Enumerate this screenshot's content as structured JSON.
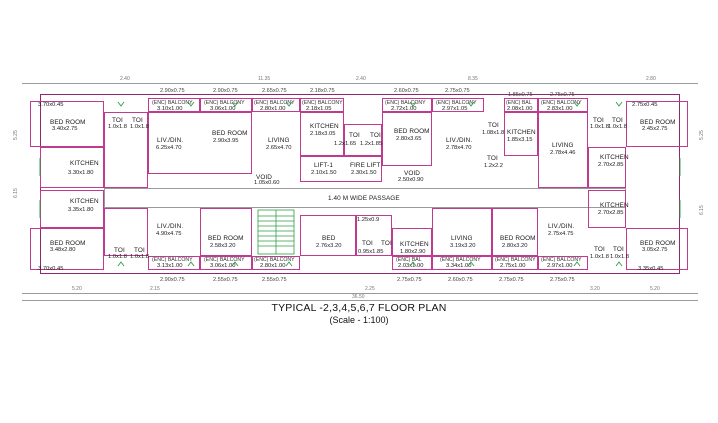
{
  "title": "TYPICAL -2,3,4,5,6,7  FLOOR PLAN",
  "scale": "(Scale - 1:100)",
  "colors": {
    "wall": "#bf3b8f",
    "wall_dark": "#8c2a6a",
    "grid": "#9a9a9a",
    "stair": "#2f9e44",
    "window": "#2f9e44"
  },
  "top_dims": {
    "overall": [
      "2.40",
      "11.35",
      "2.40",
      "8.35",
      "2.80"
    ],
    "balconies": [
      "2.90x0.75",
      "2.90x0.75",
      "2.65x0.75",
      "2.18x0.75",
      "2.60x0.75",
      "2.75x0.75",
      "1.85x0.75",
      "2.75x0.75"
    ]
  },
  "bottom_dims": {
    "overall": [
      "5.20",
      "2.15",
      "2.25",
      "3.20",
      "5.20"
    ],
    "total": "36.50",
    "balconies": [
      "2.90x0.75",
      "2.55x0.75",
      "2.55x0.75",
      "2.75x0.75",
      "2.60x0.75",
      "2.75x0.75",
      "2.75x0.75"
    ]
  },
  "side_dims": {
    "left": [
      "5.25",
      "6.15"
    ],
    "right": [
      "5.25",
      "6.15"
    ]
  },
  "passage": "1.40 M WIDE PASSAGE",
  "rooms": [
    {
      "id": "tl-bed",
      "name": "BED ROOM",
      "dim": "3.40x2.75"
    },
    {
      "id": "tl-toi-1",
      "name": "TOI",
      "dim": "1.0x1.8"
    },
    {
      "id": "tl-toi-2",
      "name": "TOI",
      "dim": "1.0x1.8"
    },
    {
      "id": "tl-liv",
      "name": "LIV./DIN.",
      "dim": "6.25x4.70"
    },
    {
      "id": "tl-kitchen",
      "name": "KITCHEN",
      "dim": "3.30x1.80"
    },
    {
      "id": "t-bed-1",
      "name": "BED ROOM",
      "dim": "2.90x3.95"
    },
    {
      "id": "t-living-1",
      "name": "LIVING",
      "dim": "2.65x4.70"
    },
    {
      "id": "t-kitchen-1",
      "name": "KITCHEN",
      "dim": "2.18x3.05"
    },
    {
      "id": "t-toi-a",
      "name": "TOI",
      "dim": "1.2x1.65"
    },
    {
      "id": "t-toi-b",
      "name": "TOI",
      "dim": "1.2x1.85"
    },
    {
      "id": "t-bed-2",
      "name": "BED ROOM",
      "dim": "2.80x3.65"
    },
    {
      "id": "t-liv-2",
      "name": "LIV./DIN.",
      "dim": "2.78x4.70"
    },
    {
      "id": "t-toi-c",
      "name": "TOI",
      "dim": "1.08x1.8"
    },
    {
      "id": "t-kitchen-2",
      "name": "KITCHEN",
      "dim": "1.85x3.15"
    },
    {
      "id": "t-toi-d",
      "name": "TOI",
      "dim": "1.2x2.2"
    },
    {
      "id": "t-living-3",
      "name": "LIVING",
      "dim": "2.78x4.46"
    },
    {
      "id": "tr-toi-1",
      "name": "TOI",
      "dim": "1.0x1.8"
    },
    {
      "id": "tr-toi-2",
      "name": "TOI",
      "dim": "1.0x1.8"
    },
    {
      "id": "tr-bed",
      "name": "BED ROOM",
      "dim": "2.45x2.75"
    },
    {
      "id": "tr-kitchen",
      "name": "KITCHEN",
      "dim": "2.70x2.85"
    },
    {
      "id": "lift-1",
      "name": "LIFT-1",
      "dim": "2.10x1.50"
    },
    {
      "id": "lift-2",
      "name": "FIRE LIFT",
      "dim": "2.30x1.50"
    },
    {
      "id": "void-1",
      "name": "VOID",
      "dim": "1.05x0.60"
    },
    {
      "id": "void-2",
      "name": "VOID",
      "dim": "2.50x0.90"
    },
    {
      "id": "bl-kitchen",
      "name": "KITCHEN",
      "dim": "3.35x1.80"
    },
    {
      "id": "bl-liv",
      "name": "LIV./DIN.",
      "dim": "4.90x4.75"
    },
    {
      "id": "bl-bed",
      "name": "BED ROOM",
      "dim": "3.48x2.80"
    },
    {
      "id": "bl-toi-1",
      "name": "TOI",
      "dim": "1.0x1.8"
    },
    {
      "id": "bl-toi-2",
      "name": "TOI",
      "dim": "1.0x1.8"
    },
    {
      "id": "b-bed-1",
      "name": "BED ROOM",
      "dim": "2.58x3.20"
    },
    {
      "id": "b-bed-2",
      "name": "BED",
      "dim": "2.76x3.20"
    },
    {
      "id": "b-toi-a",
      "name": "TOI",
      "dim": "1.25x0.9"
    },
    {
      "id": "b-toi-b",
      "name": "TOI",
      "dim": "0.95x1.85"
    },
    {
      "id": "b-kitchen",
      "name": "KITCHEN",
      "dim": "1.80x2.90"
    },
    {
      "id": "b-living-1",
      "name": "LIVING",
      "dim": "3.19x3.20"
    },
    {
      "id": "b-bed-3",
      "name": "BED ROOM",
      "dim": "2.80x3.20"
    },
    {
      "id": "b-liv-2",
      "name": "LIV./DIN.",
      "dim": "2.75x4.75"
    },
    {
      "id": "br-kitchen",
      "name": "KITCHEN",
      "dim": "2.70x2.85"
    },
    {
      "id": "br-bed",
      "name": "BED ROOM",
      "dim": "3.05x2.75"
    },
    {
      "id": "br-toi-1",
      "name": "TOI",
      "dim": "1.0x1.8"
    },
    {
      "id": "br-toi-2",
      "name": "TOI",
      "dim": "1.0x1.8"
    }
  ],
  "balconies_top": [
    {
      "name": "(ENC) BALCONY",
      "dim": "3.10x1.00"
    },
    {
      "name": "(ENC) BALCONY",
      "dim": "3.06x1.00"
    },
    {
      "name": "(ENC) BALCONY",
      "dim": "2.80x1.00"
    },
    {
      "name": "(ENC) BALCONY",
      "dim": "2.18x1.05"
    },
    {
      "name": "(ENC) BALCONY",
      "dim": "2.72x1.00"
    },
    {
      "name": "(ENC) BALCONY",
      "dim": "2.97x1.05"
    },
    {
      "name": "(ENC) BAL",
      "dim": "2.08x1.00"
    },
    {
      "name": "(ENC) BALCONY",
      "dim": "2.83x1.00"
    }
  ],
  "balconies_bottom": [
    {
      "name": "(ENC) BALCONY",
      "dim": "3.13x1.00"
    },
    {
      "name": "(ENC) BALCONY",
      "dim": "3.06x1.00"
    },
    {
      "name": "(ENC) BALCONY",
      "dim": "2.80x1.00"
    },
    {
      "name": "(ENC) BAL",
      "dim": "2.03x1.00"
    },
    {
      "name": "(ENC) BALCONY",
      "dim": "3.34x1.00"
    },
    {
      "name": "(ENC) BALCONY",
      "dim": "2.75x1.00"
    },
    {
      "name": "(ENC) BALCONY",
      "dim": "2.97x1.00"
    }
  ]
}
